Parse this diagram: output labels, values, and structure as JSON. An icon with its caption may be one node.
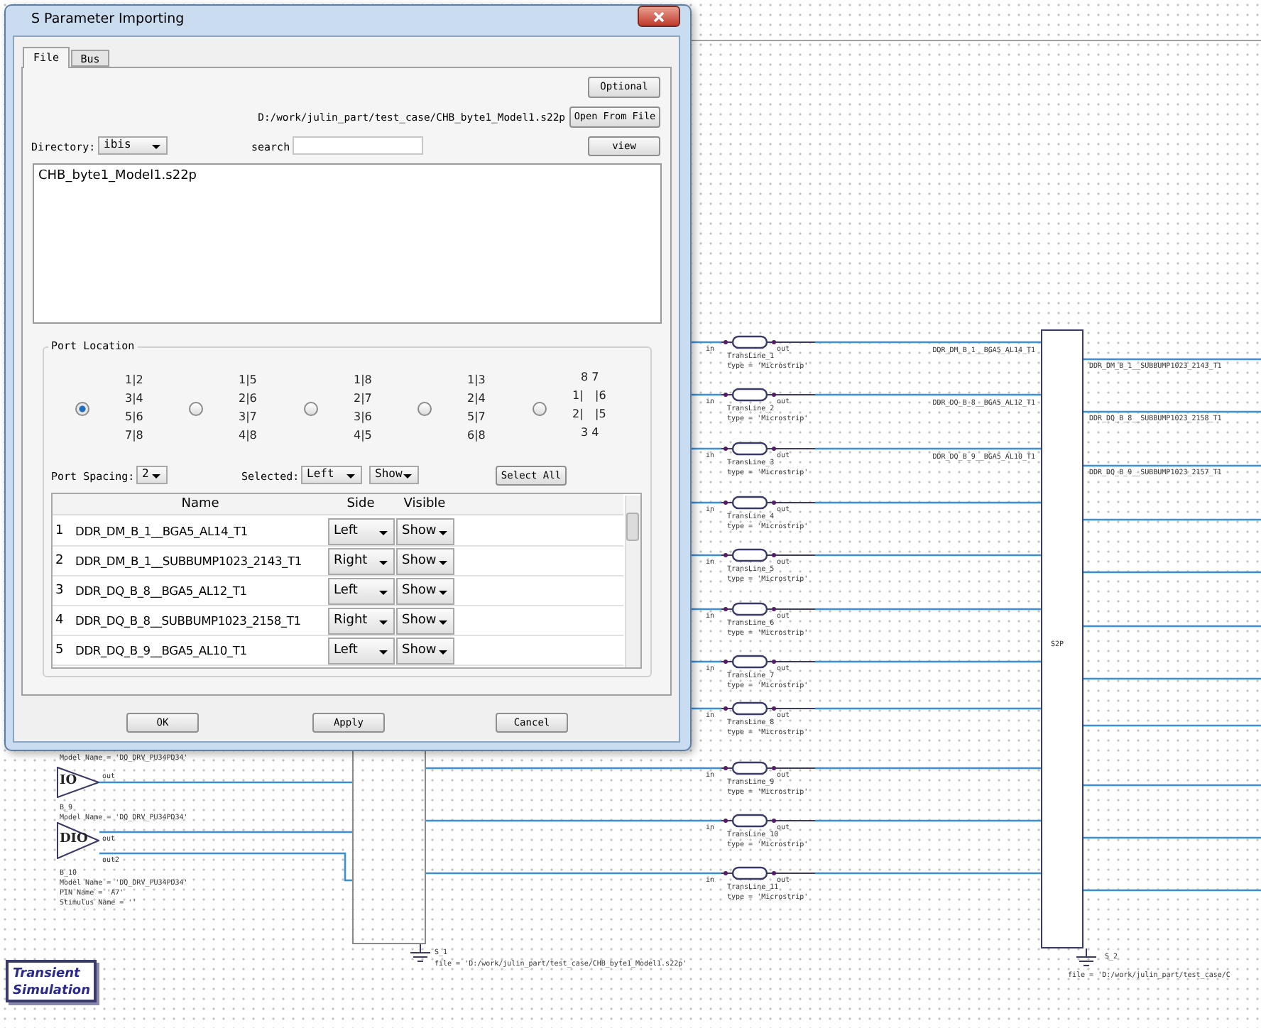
{
  "diagram": {
    "title": "S Parameter Importing",
    "nodes": [
      {
        "text": [
          "TransLine_1",
          "type = 'Microstrip'"
        ]
      },
      {
        "text": [
          "TransLine_2",
          "type = 'Microstrip'"
        ]
      },
      {
        "text": [
          "TransLine_3",
          "type = 'Microstrip'"
        ]
      },
      {
        "text": [
          "TransLine_4",
          "type = 'Microstrip'"
        ]
      },
      {
        "text": [
          "TransLine_5",
          "type = 'Microstrip'"
        ]
      },
      {
        "text": [
          "TransLine_6",
          "type = 'Microstrip'"
        ]
      },
      {
        "text": [
          "TransLine_7",
          "type = 'Microstrip'"
        ]
      },
      {
        "text": [
          "TransLine_8",
          "type = 'Microstrip'"
        ]
      },
      {
        "text": [
          "TransLine_9",
          "type = 'Microstrip'"
        ]
      },
      {
        "text": [
          "TransLine_10",
          "type = 'Microstrip'"
        ]
      },
      {
        "text": [
          "TransLine_11",
          "type = 'Microstrip'"
        ]
      },
      {
        "text": [
          "S2P"
        ],
        "beside": [
          "S_2",
          "file = 'D:/work/julin_part/test_case/C"
        ]
      },
      {
        "text": [],
        "shape": "box",
        "beside": [
          "S_1",
          "file = 'D:/work/julin_part/test_case/CHB_byte1_Model1.s22p'"
        ]
      },
      {
        "text": [
          "IO"
        ]
      },
      {
        "text": [
          "DIO"
        ]
      },
      {
        "text": [
          "Transient Simulation"
        ]
      }
    ],
    "edges": [
      {
        "from": 0,
        "to": 11,
        "arrow": "none"
      },
      {
        "from": 1,
        "to": 11,
        "arrow": "none"
      },
      {
        "from": 2,
        "to": 11,
        "arrow": "none"
      },
      {
        "from": 3,
        "to": 11,
        "arrow": "none"
      },
      {
        "from": 4,
        "to": 11,
        "arrow": "none"
      },
      {
        "from": 5,
        "to": 11,
        "arrow": "none"
      },
      {
        "from": 6,
        "to": 11,
        "arrow": "none"
      },
      {
        "from": 7,
        "to": 11,
        "arrow": "none"
      },
      {
        "from": 8,
        "to": 11,
        "arrow": "none"
      },
      {
        "from": 9,
        "to": 11,
        "arrow": "none"
      },
      {
        "from": 10,
        "to": 11,
        "arrow": "none"
      },
      {
        "from": 12,
        "to": 0,
        "arrow": "none"
      },
      {
        "from": 12,
        "to": 1,
        "arrow": "none"
      },
      {
        "from": 12,
        "to": 2,
        "arrow": "none"
      },
      {
        "from": 12,
        "to": 3,
        "arrow": "none"
      },
      {
        "from": 12,
        "to": 4,
        "arrow": "none"
      },
      {
        "from": 12,
        "to": 5,
        "arrow": "none"
      },
      {
        "from": 12,
        "to": 6,
        "arrow": "none"
      },
      {
        "from": 12,
        "to": 7,
        "arrow": "none"
      },
      {
        "from": 12,
        "to": 8,
        "arrow": "none"
      },
      {
        "from": 12,
        "to": 9,
        "arrow": "none"
      },
      {
        "from": 12,
        "to": 10,
        "arrow": "none"
      },
      {
        "from": 13,
        "to": 12,
        "arrow": "none"
      },
      {
        "from": 14,
        "to": 12,
        "arrow": "none"
      },
      {
        "from": 14,
        "to": 12,
        "arrow": "none"
      },
      {
        "from": 11,
        "to": null,
        "arrow": "none"
      },
      {
        "from": 11,
        "to": null,
        "arrow": "none"
      },
      {
        "from": 11,
        "to": null,
        "arrow": "none"
      },
      {
        "from": 11,
        "to": null,
        "arrow": "none"
      },
      {
        "from": 11,
        "to": null,
        "arrow": "none"
      },
      {
        "from": 11,
        "to": null,
        "arrow": "none"
      },
      {
        "from": 11,
        "to": null,
        "arrow": "none"
      },
      {
        "from": 11,
        "to": null,
        "arrow": "none"
      },
      {
        "from": 11,
        "to": null,
        "arrow": "none"
      },
      {
        "from": 11,
        "to": null,
        "arrow": "none"
      },
      {
        "from": 11,
        "to": null,
        "arrow": "none"
      }
    ],
    "labels": [
      "File",
      "Bus",
      "Optional",
      "D:/work/julin_part/test_case/CHB_byte1_Model1.s22p",
      "Open From File",
      "Directory:",
      "ibis",
      "search",
      "view",
      "CHB_byte1_Model1.s22p",
      "Port Location",
      "1|2",
      "3|4",
      "5|6",
      "7|8",
      "1|5",
      "2|6",
      "3|7",
      "4|8",
      "1|8",
      "2|7",
      "3|6",
      "4|5",
      "1|3",
      "2|4",
      "5|7",
      "6|8",
      "8 7",
      "1|",
      "|6",
      "2|",
      "|5",
      "3 4",
      "Port Spacing:",
      "2",
      "Selected:",
      "Left",
      "Show",
      "Select All",
      "Name",
      "Side",
      "Visible",
      "1",
      "DDR_DM_B_1__BGA5_AL14_T1",
      "Left",
      "Show",
      "2",
      "DDR_DM_B_1__SUBBUMP1023_2143_T1",
      "Right",
      "Show",
      "3",
      "DDR_DQ_B_8__BGA5_AL12_T1",
      "Left",
      "Show",
      "4",
      "DDR_DQ_B_8__SUBBUMP1023_2158_T1",
      "Right",
      "Show",
      "5",
      "DDR_DQ_B_9__BGA5_AL10_T1",
      "Left",
      "Show",
      "OK",
      "Apply",
      "Cancel",
      "in",
      "out",
      "in",
      "out",
      "in",
      "out",
      "in",
      "out",
      "in",
      "out",
      "in",
      "out",
      "in",
      "out",
      "in",
      "out",
      "in",
      "out",
      "in",
      "out",
      "in",
      "out",
      "DDR_DM_B_1__BGA5_AL14_T1",
      "DDR_DM_B_1__SUBBUMP1023_2143_T1",
      "DDR_DQ_B_8__BGA5_AL12_T1",
      "DDR_DQ_B_8__SUBBUMP1023_2158_T1",
      "DDR_DQ_B_9__BGA5_AL10_T1",
      "DDR_DQ_B_9__SUBBUMP1023_2157_T1",
      "Model Name = 'DQ_DRV_PU34PD34'",
      "B_9",
      "Model Name = 'DQ_DRV_PU34PD34'",
      "out",
      "out",
      "out2",
      "B_10",
      "Model Name = 'DQ_DRV_PU34PD34'",
      "PIN Name = 'A7'",
      "Stimulus Name = ''"
    ]
  }
}
